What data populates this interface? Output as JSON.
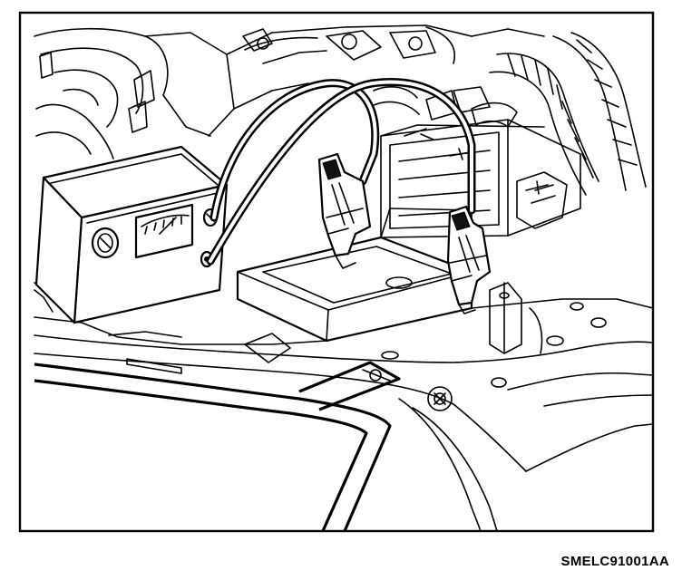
{
  "figure": {
    "code": "SMELC91001AA"
  },
  "colors": {
    "line": "#000000",
    "background": "#ffffff"
  },
  "components": [
    {
      "id": "battery-charger",
      "icon": "charger-box-icon"
    },
    {
      "id": "charger-meter",
      "icon": "gauge-icon"
    },
    {
      "id": "charger-knob",
      "icon": "knob-icon"
    },
    {
      "id": "positive-cable",
      "icon": "cable-icon"
    },
    {
      "id": "negative-cable",
      "icon": "cable-icon"
    },
    {
      "id": "positive-clamp",
      "icon": "clamp-icon"
    },
    {
      "id": "negative-clamp",
      "icon": "clamp-icon"
    },
    {
      "id": "vehicle-battery",
      "icon": "battery-icon"
    },
    {
      "id": "engine-compartment",
      "icon": "engine-bay-icon"
    }
  ]
}
